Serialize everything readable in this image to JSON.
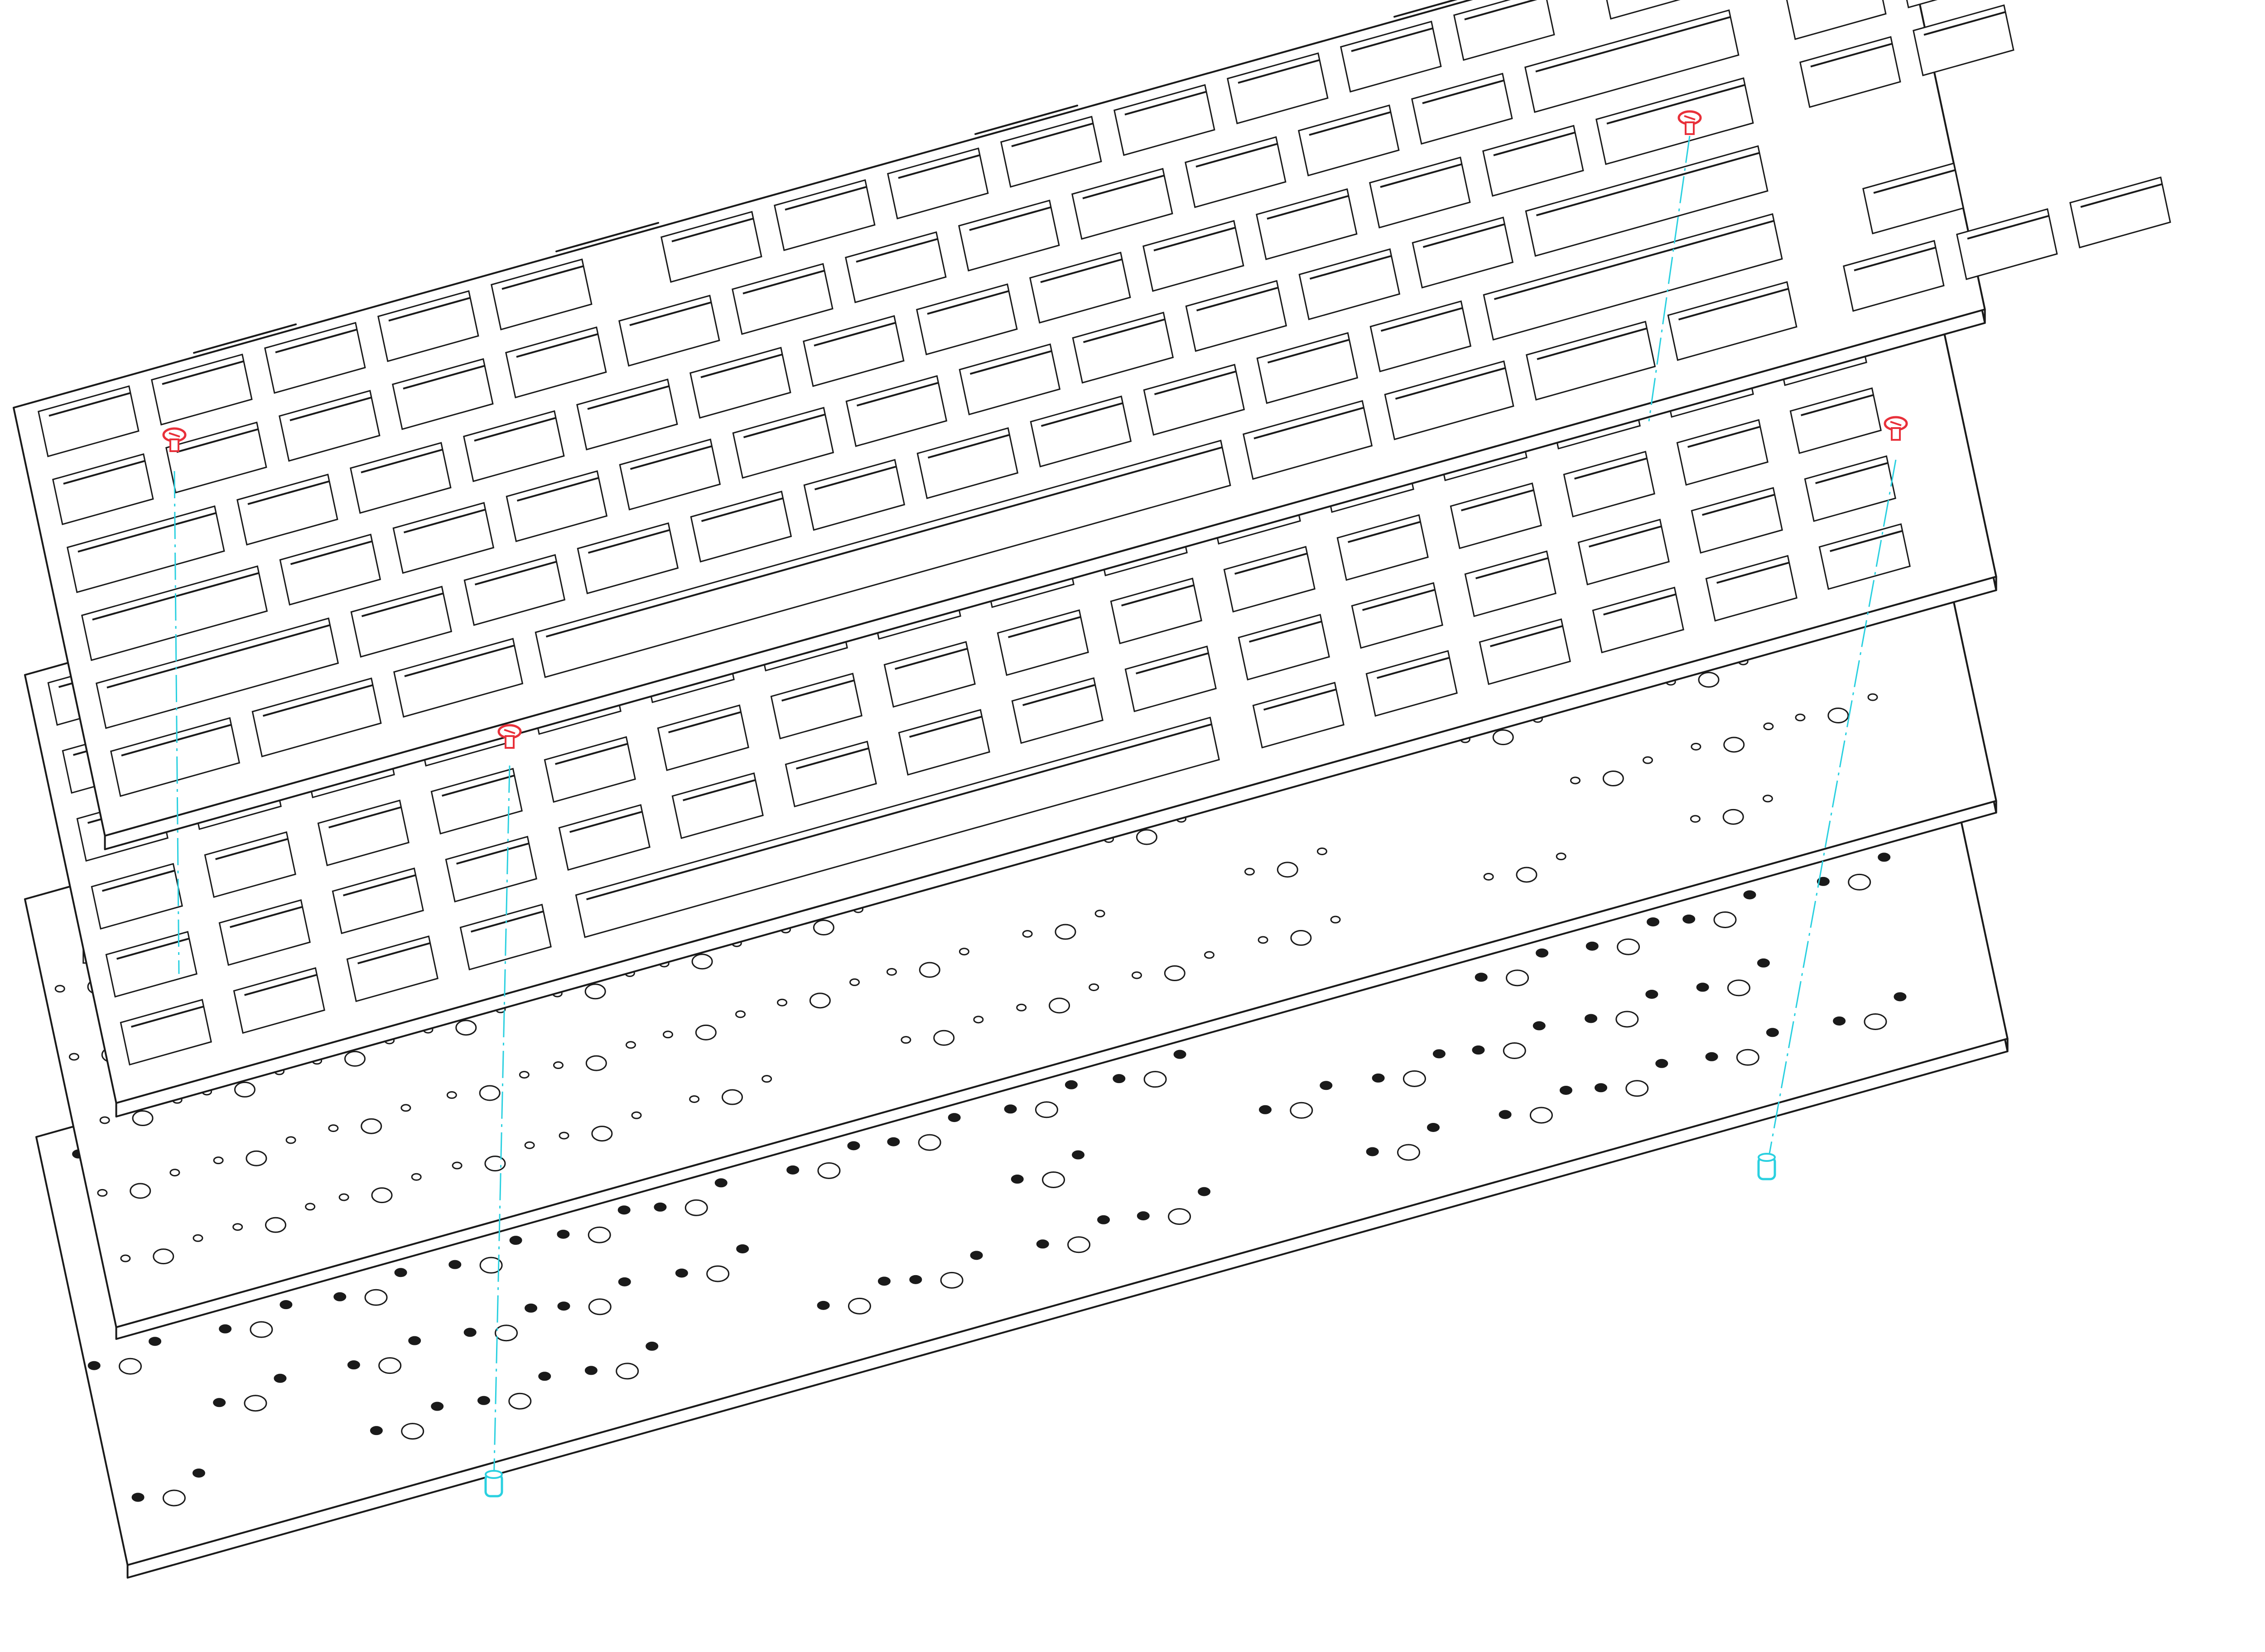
{
  "figure": {
    "description_visible_text": "",
    "colors": {
      "line": "#1a1a1a",
      "screw": "#e8303a",
      "standoff": "#2ad0e0",
      "guide": "#2ad0e0",
      "background": "#ffffff"
    }
  },
  "parts": [
    {
      "name": "top-switch-plate",
      "icon": "keyboard-plate-outline"
    },
    {
      "name": "middle-plate",
      "icon": "keyboard-plate-outline"
    },
    {
      "name": "pcb",
      "icon": "circuit-board-outline"
    },
    {
      "name": "bottom-case-plate",
      "icon": "case-outline"
    }
  ],
  "fasteners": {
    "screw_count": 4,
    "standoff_count": 2,
    "screw_icon": "screw-icon",
    "standoff_icon": "standoff-icon"
  }
}
